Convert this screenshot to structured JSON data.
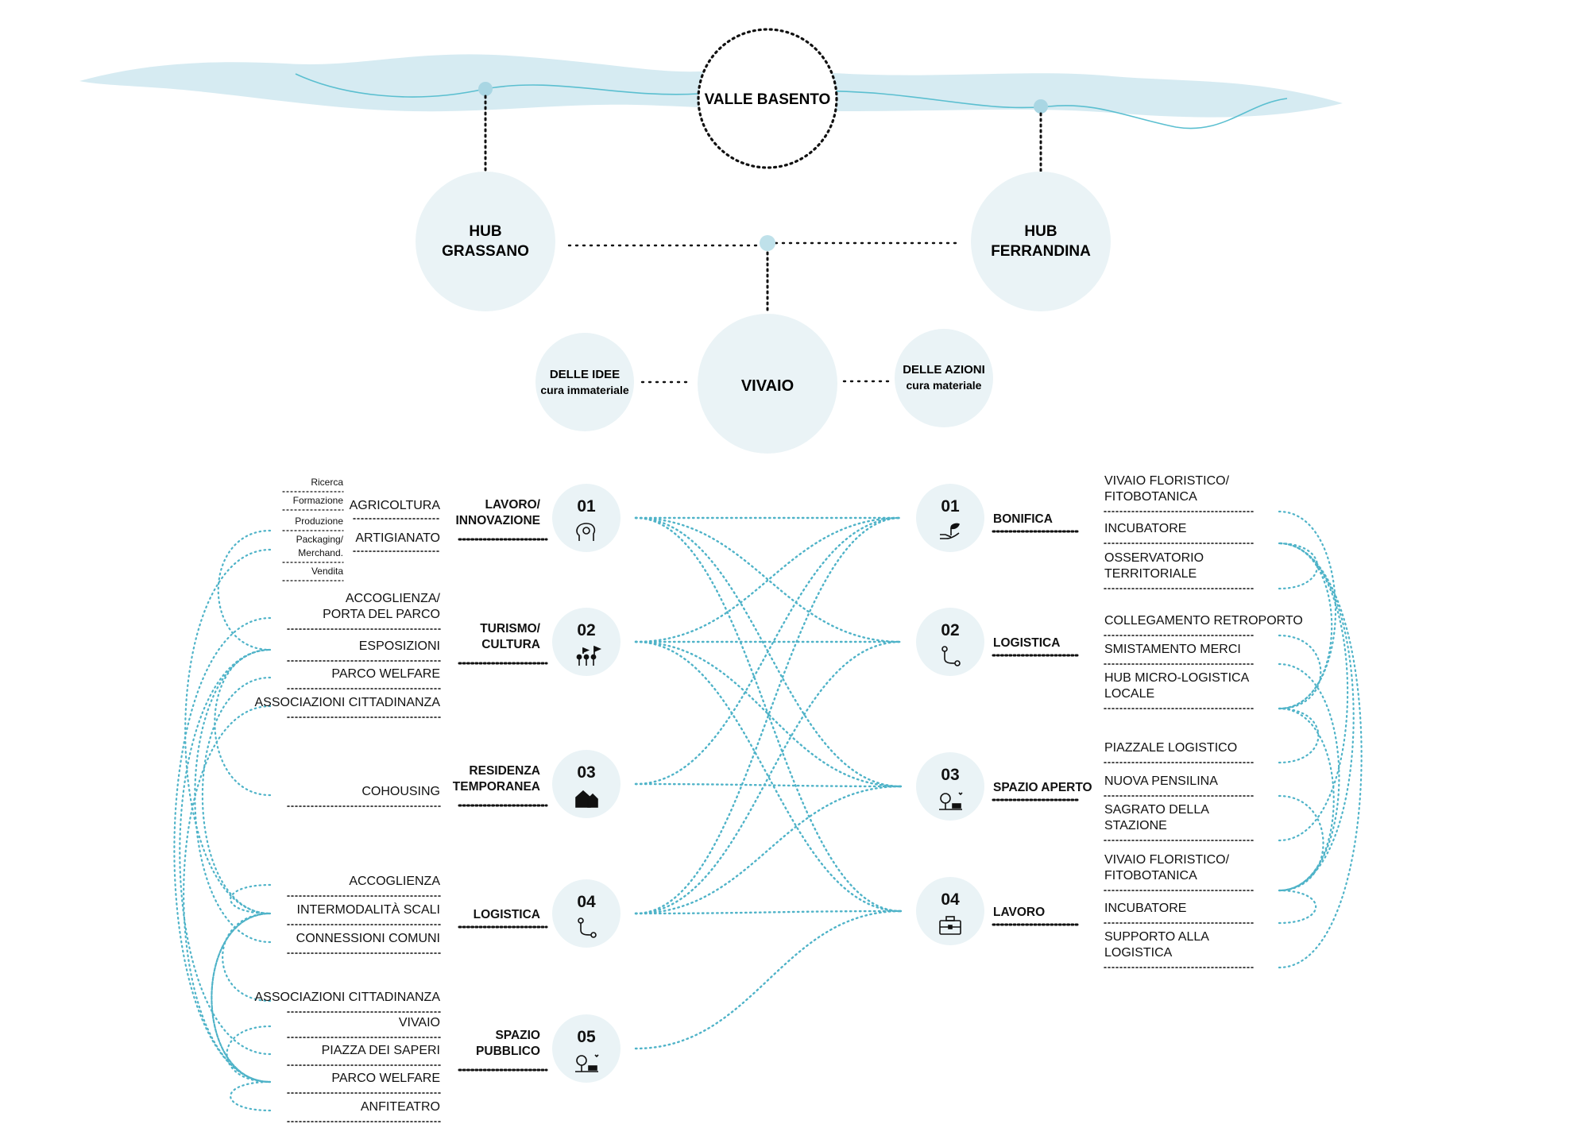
{
  "top": {
    "valle": "VALLE BASENTO",
    "hub_left": [
      "HUB",
      "GRASSANO"
    ],
    "hub_right": [
      "HUB",
      "FERRANDINA"
    ],
    "vivaio": "VIVAIO",
    "idee": [
      "DELLE IDEE",
      "cura immateriale"
    ],
    "azioni": [
      "DELLE AZIONI",
      "cura materiale"
    ]
  },
  "colors": {
    "river": "#cfe8f0",
    "river_line": "#5bbfd0",
    "bubble": "#eaf3f6",
    "connector": "#4fb3c8",
    "ink": "#111111"
  },
  "left_subitems": [
    "Ricerca",
    "Formazione",
    "Produzione",
    "Packaging/ Merchand.",
    "Vendita"
  ],
  "left_nodes": [
    {
      "num": "01",
      "title": [
        "LAVORO/",
        "INNOVAZIONE"
      ],
      "icon": "head-gear-icon",
      "items": [
        [
          "AGRICOLTURA"
        ],
        [
          "ARTIGIANATO"
        ]
      ]
    },
    {
      "num": "02",
      "title": [
        "TURISMO/",
        "CULTURA"
      ],
      "icon": "people-flag-icon",
      "items": [
        [
          "ACCOGLIENZA/",
          "PORTA DEL PARCO"
        ],
        [
          "ESPOSIZIONI"
        ],
        [
          "PARCO WELFARE"
        ],
        [
          "ASSOCIAZIONI CITTADINANZA"
        ]
      ]
    },
    {
      "num": "03",
      "title": [
        "RESIDENZA",
        "TEMPORANEA"
      ],
      "icon": "houses-icon",
      "items": [
        [
          "COHOUSING"
        ]
      ]
    },
    {
      "num": "04",
      "title": [
        "LOGISTICA"
      ],
      "icon": "route-icon",
      "items": [
        [
          "ACCOGLIENZA"
        ],
        [
          "INTERMODALITÀ SCALI"
        ],
        [
          "CONNESSIONI COMUNI"
        ]
      ]
    },
    {
      "num": "05",
      "title": [
        "SPAZIO",
        "PUBBLICO"
      ],
      "icon": "tree-bench-icon",
      "items": [
        [
          "ASSOCIAZIONI CITTADINANZA"
        ],
        [
          "VIVAIO"
        ],
        [
          "PIAZZA DEI SAPERI"
        ],
        [
          "PARCO WELFARE"
        ],
        [
          "ANFITEATRO"
        ]
      ]
    }
  ],
  "right_nodes": [
    {
      "num": "01",
      "title": [
        "BONIFICA"
      ],
      "icon": "hand-plant-icon",
      "items": [
        [
          "VIVAIO FLORISTICO/",
          "FITOBOTANICA"
        ],
        [
          "INCUBATORE"
        ],
        [
          "OSSERVATORIO",
          "TERRITORIALE"
        ]
      ]
    },
    {
      "num": "02",
      "title": [
        "LOGISTICA"
      ],
      "icon": "route-icon",
      "items": [
        [
          "COLLEGAMENTO RETROPORTO"
        ],
        [
          "SMISTAMENTO MERCI"
        ],
        [
          "HUB MICRO-LOGISTICA",
          "LOCALE"
        ]
      ]
    },
    {
      "num": "03",
      "title": [
        "SPAZIO APERTO"
      ],
      "icon": "tree-bench-icon",
      "items": [
        [
          "PIAZZALE LOGISTICO"
        ],
        [
          "NUOVA PENSILINA"
        ],
        [
          "SAGRATO DELLA",
          "STAZIONE"
        ]
      ]
    },
    {
      "num": "04",
      "title": [
        "LAVORO"
      ],
      "icon": "briefcase-icon",
      "items": [
        [
          "VIVAIO FLORISTICO/",
          "FITOBOTANICA"
        ],
        [
          "INCUBATORE"
        ],
        [
          "SUPPORTO ALLA",
          "LOGISTICA"
        ]
      ]
    }
  ],
  "links": [
    [
      0,
      0
    ],
    [
      0,
      1
    ],
    [
      0,
      2
    ],
    [
      0,
      3
    ],
    [
      1,
      0
    ],
    [
      1,
      1
    ],
    [
      1,
      2
    ],
    [
      1,
      3
    ],
    [
      2,
      0
    ],
    [
      2,
      2
    ],
    [
      3,
      0
    ],
    [
      3,
      1
    ],
    [
      3,
      2
    ],
    [
      3,
      3
    ],
    [
      4,
      3
    ]
  ]
}
